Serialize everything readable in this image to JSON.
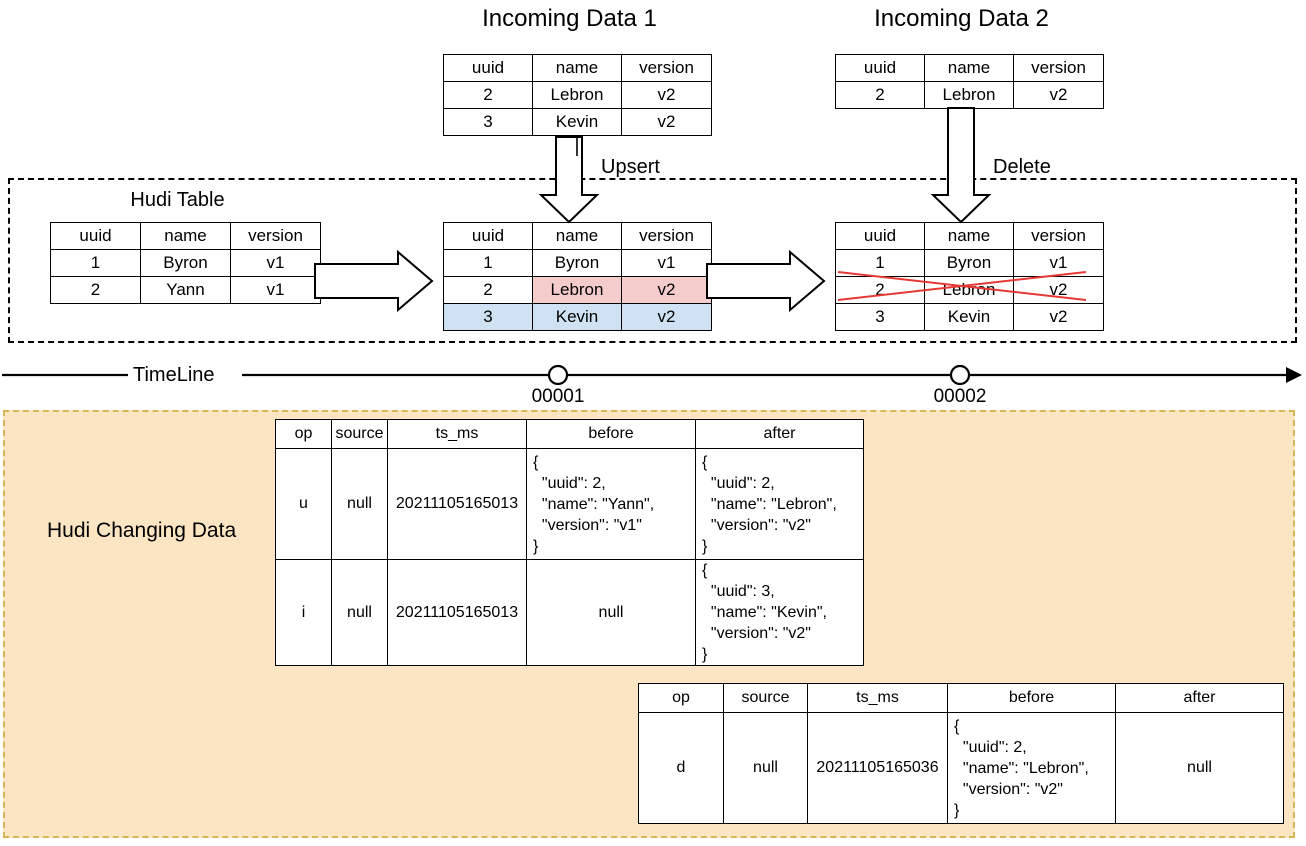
{
  "diagram": {
    "titles": {
      "incoming1": "Incoming Data 1",
      "incoming2": "Incoming Data 2",
      "hudi_table": "Hudi Table",
      "changing_data": "Hudi Changing Data"
    },
    "operations": {
      "upsert": "Upsert",
      "delete": "Delete"
    },
    "timeline": {
      "label": "TimeLine",
      "ticks": [
        "00001",
        "00002"
      ]
    },
    "colors": {
      "highlight_update": "#f4cccc",
      "highlight_insert": "#cfe2f3",
      "delete_mark": "#e53935",
      "changing_data_bg": "#fbe5c3",
      "changing_data_border": "#d6b656"
    },
    "record_columns": [
      "uuid",
      "name",
      "version"
    ],
    "tables": {
      "incoming1": {
        "header": [
          "uuid",
          "name",
          "version"
        ],
        "rows": [
          {
            "cells": [
              "2",
              "Lebron",
              "v2"
            ],
            "highlight": [
              "",
              "",
              ""
            ]
          },
          {
            "cells": [
              "3",
              "Kevin",
              "v2"
            ],
            "highlight": [
              "",
              "",
              ""
            ]
          }
        ]
      },
      "incoming2": {
        "header": [
          "uuid",
          "name",
          "version"
        ],
        "rows": [
          {
            "cells": [
              "2",
              "Lebron",
              "v2"
            ],
            "highlight": [
              "",
              "",
              ""
            ]
          }
        ]
      },
      "hudi_base": {
        "header": [
          "uuid",
          "name",
          "version"
        ],
        "rows": [
          {
            "cells": [
              "1",
              "Byron",
              "v1"
            ],
            "highlight": [
              "",
              "",
              ""
            ]
          },
          {
            "cells": [
              "2",
              "Yann",
              "v1"
            ],
            "highlight": [
              "",
              "",
              ""
            ]
          }
        ]
      },
      "hudi_after_upsert": {
        "header": [
          "uuid",
          "name",
          "version"
        ],
        "rows": [
          {
            "cells": [
              "1",
              "Byron",
              "v1"
            ],
            "highlight": [
              "",
              "",
              ""
            ]
          },
          {
            "cells": [
              "2",
              "Lebron",
              "v2"
            ],
            "highlight": [
              "",
              "hl-pink",
              "hl-pink"
            ]
          },
          {
            "cells": [
              "3",
              "Kevin",
              "v2"
            ],
            "highlight": [
              "hl-blue",
              "hl-blue",
              "hl-blue"
            ]
          }
        ]
      },
      "hudi_after_delete": {
        "header": [
          "uuid",
          "name",
          "version"
        ],
        "rows": [
          {
            "cells": [
              "1",
              "Byron",
              "v1"
            ],
            "highlight": [
              "",
              "",
              ""
            ]
          },
          {
            "cells": [
              "2",
              "Lebron",
              "v2"
            ],
            "highlight": [
              "",
              "",
              ""
            ],
            "struck": true
          },
          {
            "cells": [
              "3",
              "Kevin",
              "v2"
            ],
            "highlight": [
              "",
              "",
              ""
            ]
          }
        ]
      }
    },
    "cdc": {
      "columns": [
        "op",
        "source",
        "ts_ms",
        "before",
        "after"
      ],
      "commit_00001_rows": [
        {
          "op": "u",
          "source": "null",
          "ts_ms": "20211105165013",
          "before": "{\n  \"uuid\": 2,\n  \"name\": \"Yann\",\n  \"version\": \"v1\"\n}",
          "after": "{\n  \"uuid\": 2,\n  \"name\": \"Lebron\",\n  \"version\": \"v2\"\n}"
        },
        {
          "op": "i",
          "source": "null",
          "ts_ms": "20211105165013",
          "before": "null",
          "after": "{\n  \"uuid\": 3,\n  \"name\": \"Kevin\",\n  \"version\": \"v2\"\n}"
        }
      ],
      "commit_00002_rows": [
        {
          "op": "d",
          "source": "null",
          "ts_ms": "20211105165036",
          "before": "{\n  \"uuid\": 2,\n  \"name\": \"Lebron\",\n  \"version\": \"v2\"\n}",
          "after": "null"
        }
      ]
    }
  }
}
